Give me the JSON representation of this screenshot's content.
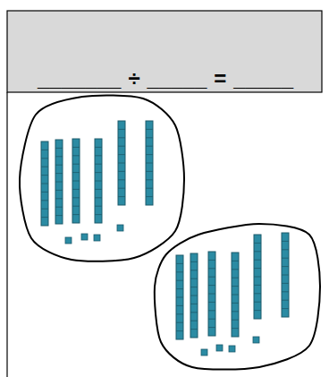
{
  "diagram": {
    "labels": [
      "_______",
      "÷",
      "_____",
      "=",
      "_____"
    ]
  }
}
